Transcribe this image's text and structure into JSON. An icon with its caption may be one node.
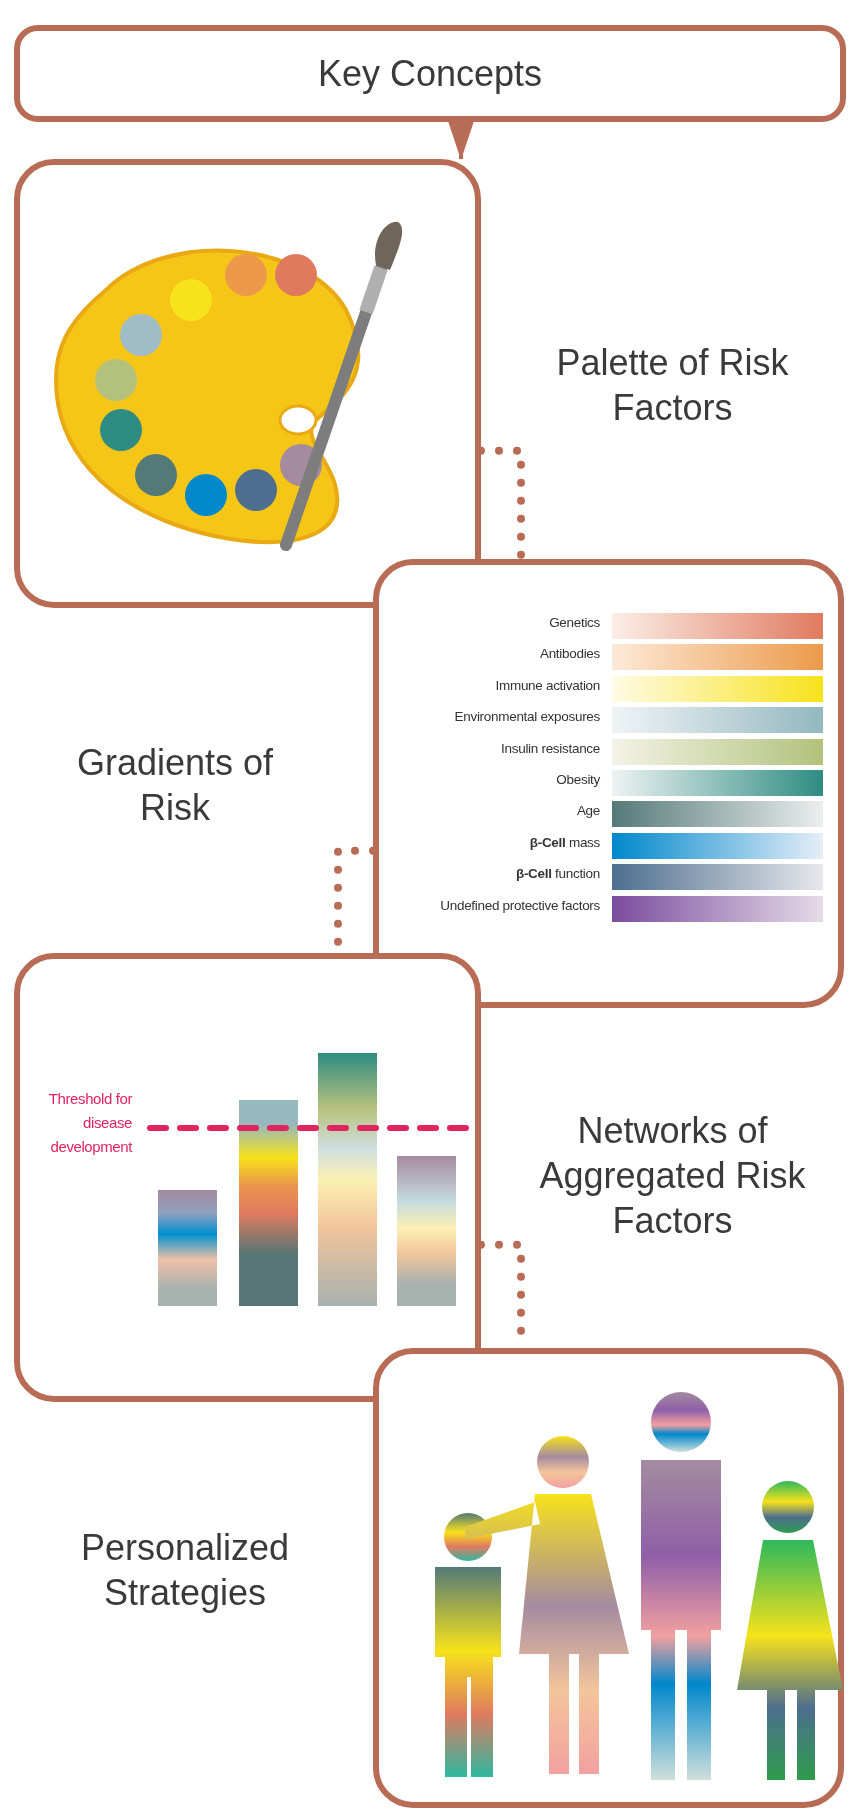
{
  "diagram": {
    "nodes": [
      {
        "text": [
          "Key Concepts"
        ]
      },
      {
        "text": [],
        "shape": "picture",
        "beside": [
          "Palette of Risk Factors"
        ]
      },
      {
        "text": [],
        "shape": "picture",
        "beside": [
          "Gradients of Risk"
        ]
      },
      {
        "text": [],
        "shape": "picture",
        "beside": [
          "Networks of Aggregated Risk Factors"
        ]
      },
      {
        "text": [],
        "shape": "picture",
        "beside": [
          "Personalized Strategies"
        ]
      }
    ],
    "edges": [
      {
        "from": 0,
        "to": 1,
        "arrow": "to"
      },
      {
        "from": 1,
        "to": 2,
        "arrow": "none",
        "style": "dashed"
      },
      {
        "from": 2,
        "to": 3,
        "arrow": "none",
        "style": "dashed"
      },
      {
        "from": 3,
        "to": 4,
        "arrow": "none",
        "style": "dashed"
      }
    ],
    "labels": [
      "Genetics",
      "Antibodies",
      "Immune activation",
      "Environmental exposures",
      "Insulin resistance",
      "Obesity",
      "Age",
      "**β-Cell** mass",
      "**β-Cell** function",
      "Undefined protective factors",
      "Threshold for disease development"
    ]
  }
}
